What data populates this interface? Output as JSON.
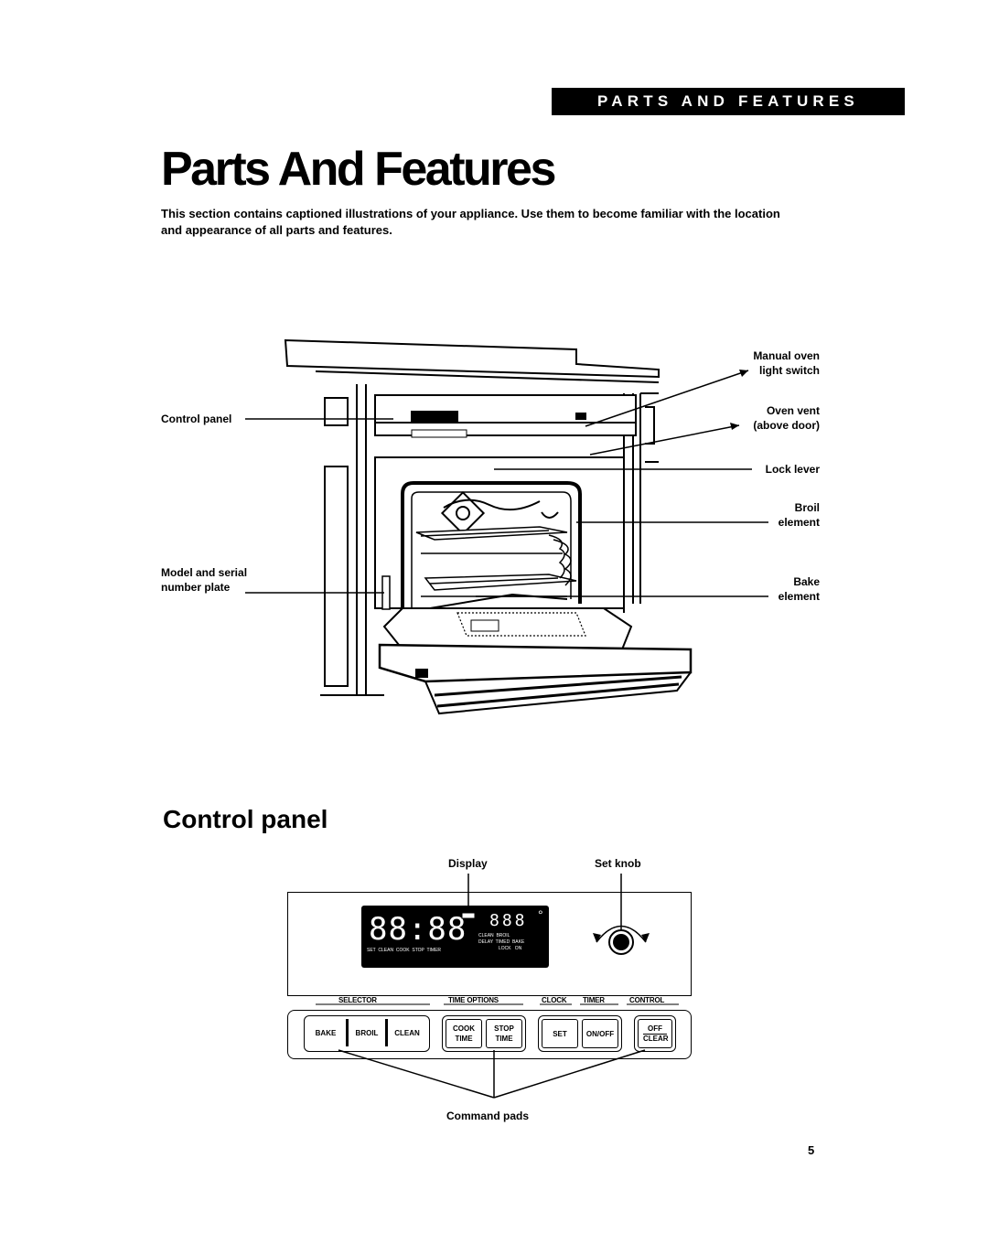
{
  "header": {
    "section_banner": "PARTS AND FEATURES"
  },
  "title": "Parts And Features",
  "intro": "This section contains captioned illustrations of your appliance. Use them to become familiar with the location and appearance of all parts and features.",
  "oven_labels": {
    "control_panel": "Control panel",
    "model_serial_line1": "Model and serial",
    "model_serial_line2": "number plate",
    "manual_light_line1": "Manual oven",
    "manual_light_line2": "light switch",
    "oven_vent_line1": "Oven vent",
    "oven_vent_line2": "(above door)",
    "lock_lever": "Lock lever",
    "broil_line1": "Broil",
    "broil_line2": "element",
    "bake_line1": "Bake",
    "bake_line2": "element"
  },
  "control_panel": {
    "heading": "Control panel",
    "display_label": "Display",
    "set_knob_label": "Set knob",
    "display": {
      "time": "88:88",
      "temp": "888",
      "degree": "°",
      "indicators_row1": "CLEAN  BROIL",
      "indicators_row2": "DELAY  TIMED  BAKE",
      "indicators_row3": "LOCK   ON",
      "indicators_left": "SET  CLEAN  COOK  STOP  TIMER"
    },
    "groups": {
      "selector": "SELECTOR",
      "time_options": "TIME OPTIONS",
      "clock": "CLOCK",
      "timer": "TIMER",
      "control": "CONTROL"
    },
    "pads": {
      "bake": "BAKE",
      "broil": "BROIL",
      "clean": "CLEAN",
      "cook_time": "COOK TIME",
      "stop_time": "STOP TIME",
      "set": "SET",
      "on_off": "ON/OFF",
      "off_clear_line1": "OFF",
      "off_clear_line2": "CLEAR"
    },
    "command_pads_label": "Command pads"
  },
  "page_number": "5"
}
